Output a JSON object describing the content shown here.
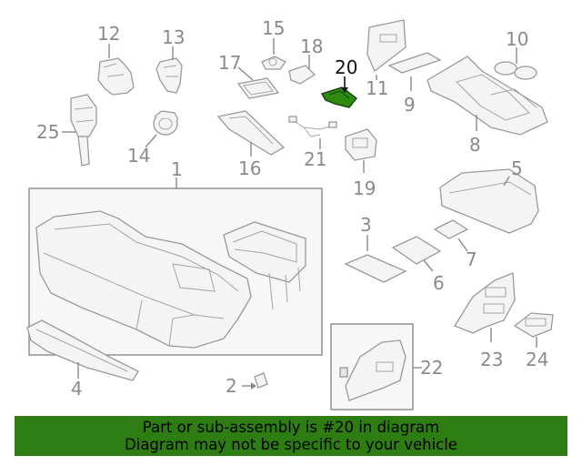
{
  "callouts": {
    "c1": "1",
    "c2": "2",
    "c3": "3",
    "c4": "4",
    "c5": "5",
    "c6": "6",
    "c7": "7",
    "c8": "8",
    "c9": "9",
    "c10": "10",
    "c11": "11",
    "c12": "12",
    "c13": "13",
    "c14": "14",
    "c15": "15",
    "c16": "16",
    "c17": "17",
    "c18": "18",
    "c19": "19",
    "c20": "20",
    "c21": "21",
    "c22": "22",
    "c23": "23",
    "c24": "24",
    "c25": "25"
  },
  "highlight": {
    "part_number": "20",
    "color": "#2e8b10"
  },
  "banner": {
    "line1": "Part or sub-assembly is #20 in diagram",
    "line2": "Diagram may not be specific to your vehicle",
    "background": "#2e7d12"
  }
}
